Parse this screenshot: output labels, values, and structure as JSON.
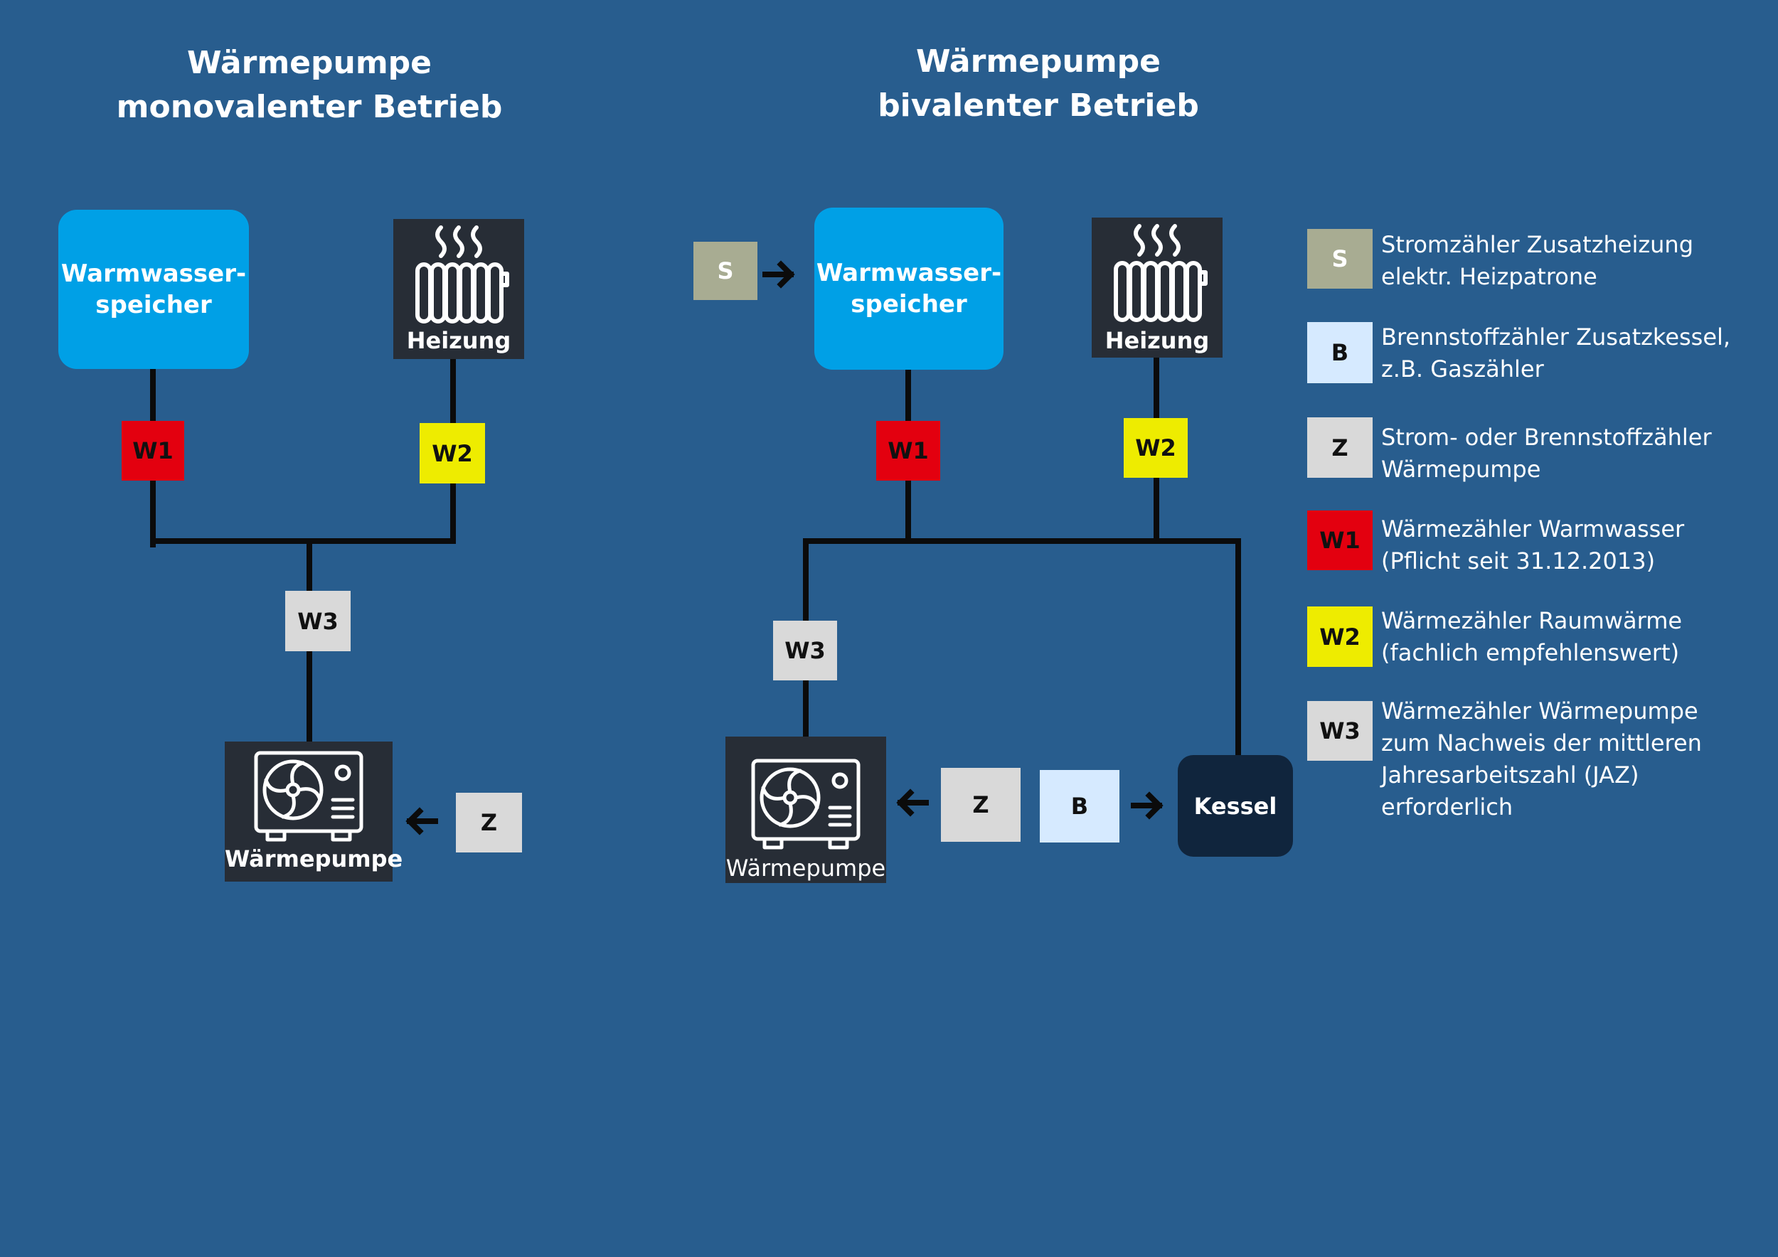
{
  "titles": {
    "left": {
      "line1": "Wärmepumpe",
      "line2": "monovalenter Betrieb"
    },
    "right": {
      "line1": "Wärmepumpe",
      "line2": "bivalenter Betrieb"
    }
  },
  "nodes": {
    "speicher": {
      "line1": "Warmwasser-",
      "line2": "speicher"
    },
    "heizung": "Heizung",
    "waermepumpe": "Wärmepumpe",
    "kessel": "Kessel"
  },
  "meters": {
    "S": "S",
    "B": "B",
    "Z": "Z",
    "W1": "W1",
    "W2": "W2",
    "W3": "W3"
  },
  "legend": [
    {
      "code": "S",
      "color": "#a8ac92",
      "line1": "Stromzähler Zusatzheizung",
      "line2": "elektr. Heizpatrone",
      "line3": "",
      "line4": ""
    },
    {
      "code": "B",
      "color": "#d6eaff",
      "line1": "Brennstoffzähler Zusatzkessel,",
      "line2": "z.B. Gaszähler",
      "line3": "",
      "line4": ""
    },
    {
      "code": "Z",
      "color": "#d9d9d9",
      "line1": "Strom- oder Brennstoffzähler",
      "line2": "Wärmepumpe",
      "line3": "",
      "line4": ""
    },
    {
      "code": "W1",
      "color": "#e3000f",
      "line1": "Wärmezähler Warmwasser",
      "line2": "(Pflicht seit 31.12.2013)",
      "line3": "",
      "line4": ""
    },
    {
      "code": "W2",
      "color": "#eeec00",
      "line1": "Wärmezähler Raumwärme",
      "line2": "(fachlich empfehlenswert)",
      "line3": "",
      "line4": ""
    },
    {
      "code": "W3",
      "color": "#d9d9d9",
      "line1": "Wärmezähler Wärmepumpe",
      "line2": "zum Nachweis der mittleren",
      "line3": "Jahresarbeitszahl (JAZ)",
      "line4": "erforderlich"
    }
  ],
  "colors": {
    "background": "#285d8e",
    "speicher": "#00a0e6",
    "dark_node": "#272d36",
    "kessel": "#10253d",
    "wire": "#0b0b0b"
  }
}
